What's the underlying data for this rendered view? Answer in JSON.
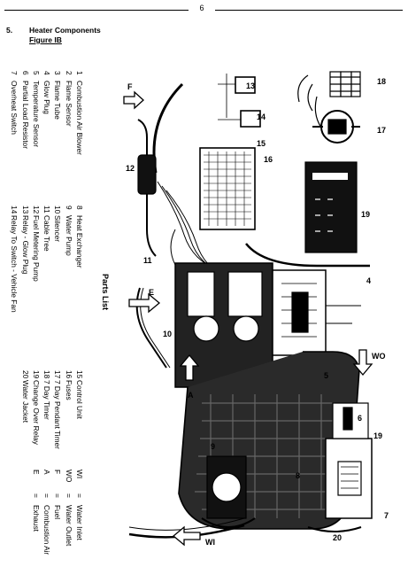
{
  "page_number": "6",
  "section": {
    "number": "5.",
    "title": "Heater Components",
    "figure": "Figure IB"
  },
  "parts_list_title": "Parts List",
  "parts_col1": [
    {
      "n": "1",
      "label": "Combustion Air Blower"
    },
    {
      "n": "2",
      "label": "Flame Sensor"
    },
    {
      "n": "3",
      "label": "Flame Tube"
    },
    {
      "n": "4",
      "label": "Glow Plug"
    },
    {
      "n": "5",
      "label": "Temperature Sensor"
    },
    {
      "n": "6",
      "label": "Partial Load Resistor"
    },
    {
      "n": "7",
      "label": "Overheat Switch"
    }
  ],
  "parts_col2": [
    {
      "n": "8",
      "label": "Heat Exchanger"
    },
    {
      "n": "9",
      "label": "Water Pump"
    },
    {
      "n": "10",
      "label": "Silencer"
    },
    {
      "n": "11",
      "label": "Cable Tree"
    },
    {
      "n": "12",
      "label": "Fuel Metering Pump"
    },
    {
      "n": "13",
      "label": "Relay - Glow Plug"
    },
    {
      "n": "14",
      "label": "Relay To Switch - Vehicle Fan"
    }
  ],
  "parts_col3": [
    {
      "n": "15",
      "label": "Control Unit"
    },
    {
      "n": "16",
      "label": "Fuses"
    },
    {
      "n": "17",
      "label": "7 Day Pendant Timer"
    },
    {
      "n": "18",
      "label": "7 Day Timer"
    },
    {
      "n": "19",
      "label": "Change Over Relay"
    },
    {
      "n": "20",
      "label": "Water Jacket"
    }
  ],
  "abbreviations": [
    {
      "k": "WI",
      "v": "Water Inlet"
    },
    {
      "k": "WO",
      "v": "Water Outlet"
    },
    {
      "k": "F",
      "v": "Fuel"
    },
    {
      "k": "A",
      "v": "Combustion Air"
    },
    {
      "k": "E",
      "v": "Exhaust"
    }
  ],
  "abbr_equals": "=",
  "diagram_labels": {
    "F": "F",
    "E": "E",
    "A": "A",
    "WI": "WI",
    "WO": "WO",
    "n4": "4",
    "n5": "5",
    "n6": "6",
    "n7": "7",
    "n8": "8",
    "n9": "9",
    "n10": "10",
    "n11": "11",
    "n12": "12",
    "n13": "13",
    "n14": "14",
    "n15": "15",
    "n16": "16",
    "n17": "17",
    "n18": "18",
    "n19a": "19",
    "n19b": "19",
    "n20": "20"
  }
}
